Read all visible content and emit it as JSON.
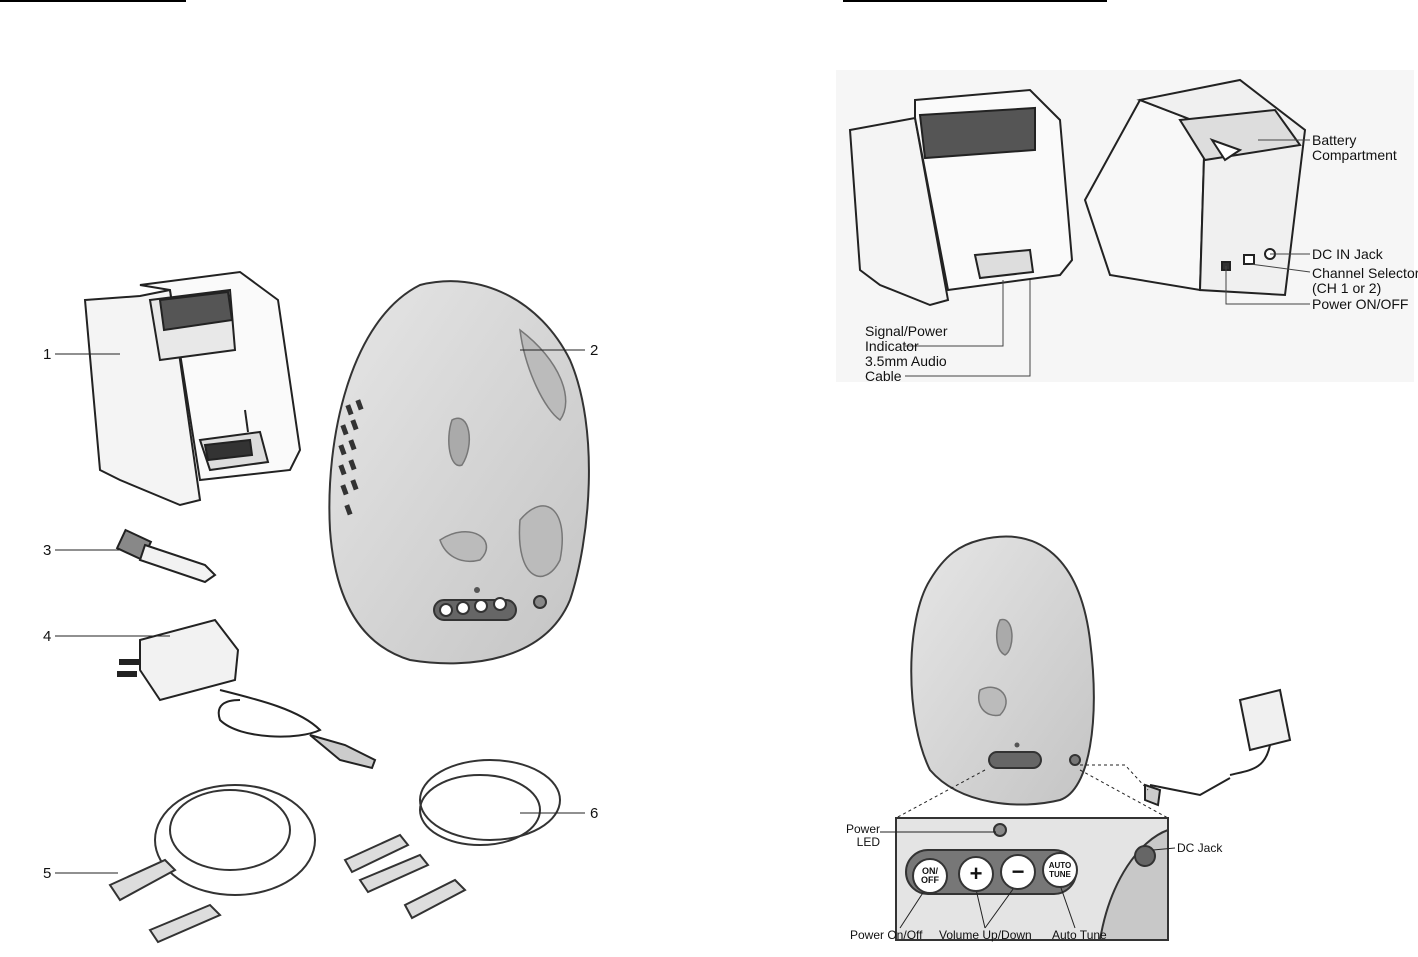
{
  "left_page": {
    "callouts": [
      "1",
      "2",
      "3",
      "4",
      "5",
      "6"
    ]
  },
  "right_page": {
    "speaker_labels": {
      "battery": "Battery\nCompartment",
      "dc_in": "DC IN Jack",
      "channel": "Channel Selector\n(CH 1 or 2)",
      "power": "Power ON/OFF",
      "signal": "Signal/Power\nIndicator",
      "audio": "3.5mm Audio\nCable"
    },
    "rock_labels": {
      "power_led": "Power\nLED",
      "dc_jack": "DC Jack",
      "power_onoff": "Power On/Off",
      "volume": "Volume Up/Down",
      "auto_tune": "Auto Tune"
    },
    "control_button_text": {
      "on_off": "ON/\nOFF",
      "plus": "+",
      "minus": "−",
      "auto_tune": "AUTO\nTUNE"
    }
  }
}
